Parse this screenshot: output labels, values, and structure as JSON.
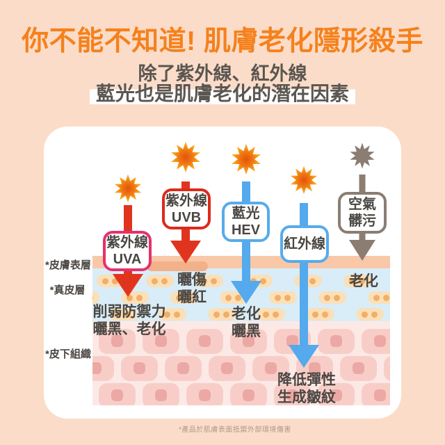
{
  "header": {
    "title": "你不能不知道! 肌膚老化隱形殺手",
    "subtitle_line1": "除了紫外線、紅外線",
    "subtitle_line2": "藍光也是肌膚老化的潛在因素"
  },
  "diagram": {
    "layers": [
      {
        "label": "*皮膚表層"
      },
      {
        "label": "*真皮層"
      },
      {
        "label": "*皮下組織"
      }
    ],
    "factors": [
      {
        "id": "uva",
        "icon": "sun-icon",
        "label_lines": [
          "紫外線",
          "UVA"
        ],
        "effect_lines": [
          "削弱防禦力",
          "曬黑、老化"
        ],
        "box_color": "#e4326b",
        "arrow_color": "#e1341f"
      },
      {
        "id": "uvb",
        "icon": "sun-icon",
        "label_lines": [
          "紫外線",
          "UVB"
        ],
        "effect_lines": [
          "曬傷",
          "曬紅"
        ],
        "box_color": "#de2a1a",
        "arrow_color": "#e1341f"
      },
      {
        "id": "hev",
        "icon": "sun-icon",
        "label_lines": [
          "藍光",
          "HEV"
        ],
        "effect_lines": [
          "老化",
          "曬黑"
        ],
        "box_color": "#57abec",
        "arrow_color": "#55a9ed"
      },
      {
        "id": "infrared",
        "icon": "sun-icon",
        "label_lines": [
          "紅外線"
        ],
        "effect_lines": [
          "降低彈性",
          "生成皺紋"
        ],
        "box_color": "#57abec",
        "arrow_color": "#55a9ed"
      },
      {
        "id": "air-pollution",
        "icon": "pollution-burst-icon",
        "label_lines": [
          "空氣",
          "髒污"
        ],
        "effect_lines": [
          "老化"
        ],
        "box_color": "#8b7d72",
        "arrow_color": "#8b7d72"
      }
    ]
  },
  "footnote": "*產品於肌膚表面抵禦外部環境傷害",
  "colors": {
    "background": "#fbdcc9",
    "title": "#f5811c",
    "subtitle_text": "#5a5651",
    "body_text": "#4a4642",
    "card": "#ffffff",
    "epidermis_band": "#f8c8a8",
    "dermis_band": "#d9edf8",
    "subcutis_band": "#fce9e6",
    "uva_box_border": "#e4326b",
    "uvb_box_border": "#de2a1a",
    "red_arrow": "#e1341f",
    "blue_accent": "#57abec",
    "gray_brown": "#8b7d72",
    "sun_outer": "#fbae1f",
    "sun_center": "#e4520b"
  }
}
